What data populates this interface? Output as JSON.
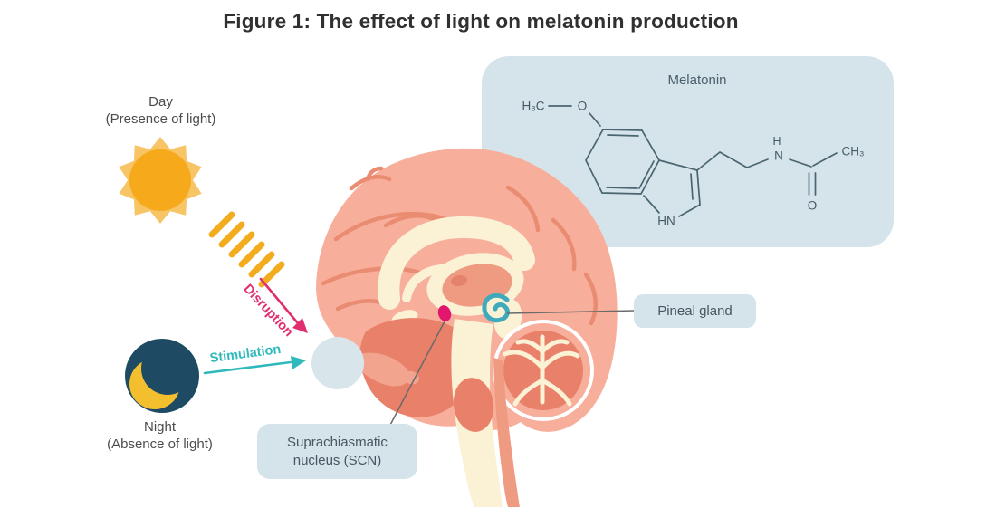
{
  "figure": {
    "title": "Figure 1: The effect of light on melatonin production"
  },
  "day": {
    "line1": "Day",
    "line2": "(Presence of light)"
  },
  "night": {
    "line1": "Night",
    "line2": "(Absence of light)"
  },
  "arrows": {
    "disruption": "Disruption",
    "stimulation": "Stimulation"
  },
  "labels": {
    "pineal": "Pineal gland",
    "scn_line1": "Suprachiasmatic",
    "scn_line2": "nucleus (SCN)"
  },
  "molecule": {
    "title": "Melatonin",
    "h3c": "H₃C",
    "o_methoxy": "O",
    "hn": "HN",
    "h_amide": "H",
    "n_amide": "N",
    "ch3": "CH₃",
    "o_carbonyl": "O"
  },
  "icons": {
    "sun": "sun-icon",
    "moon": "moon-icon",
    "light_rays": "light-rays-icon",
    "brain": "brain-illustration",
    "eye": "eye-icon"
  },
  "colors": {
    "box_blue": "#D5E4EA",
    "brain_cortex": "#F7AE9B",
    "brain_deep": "#E98069",
    "brain_mid": "#EE9B82",
    "brain_cream": "#FBF2D6",
    "sulci": "#EA8C72",
    "sun_core": "#F6A91B",
    "sun_rays": "#F7C566",
    "moon_navy": "#1E4B63",
    "moon_crescent": "#F3BF2E",
    "disruption_pink": "#E02E70",
    "stimulation_teal": "#30B9BC",
    "scn_dot": "#E2156F",
    "pineal_teal": "#3FAABB",
    "eye_blue": "#D8E5EB",
    "bond_slate": "#4A6470",
    "connector_gray": "#6A6A6A",
    "title_text": "#303030",
    "label_text": "#4C4C4C",
    "box_text": "#48565F"
  }
}
